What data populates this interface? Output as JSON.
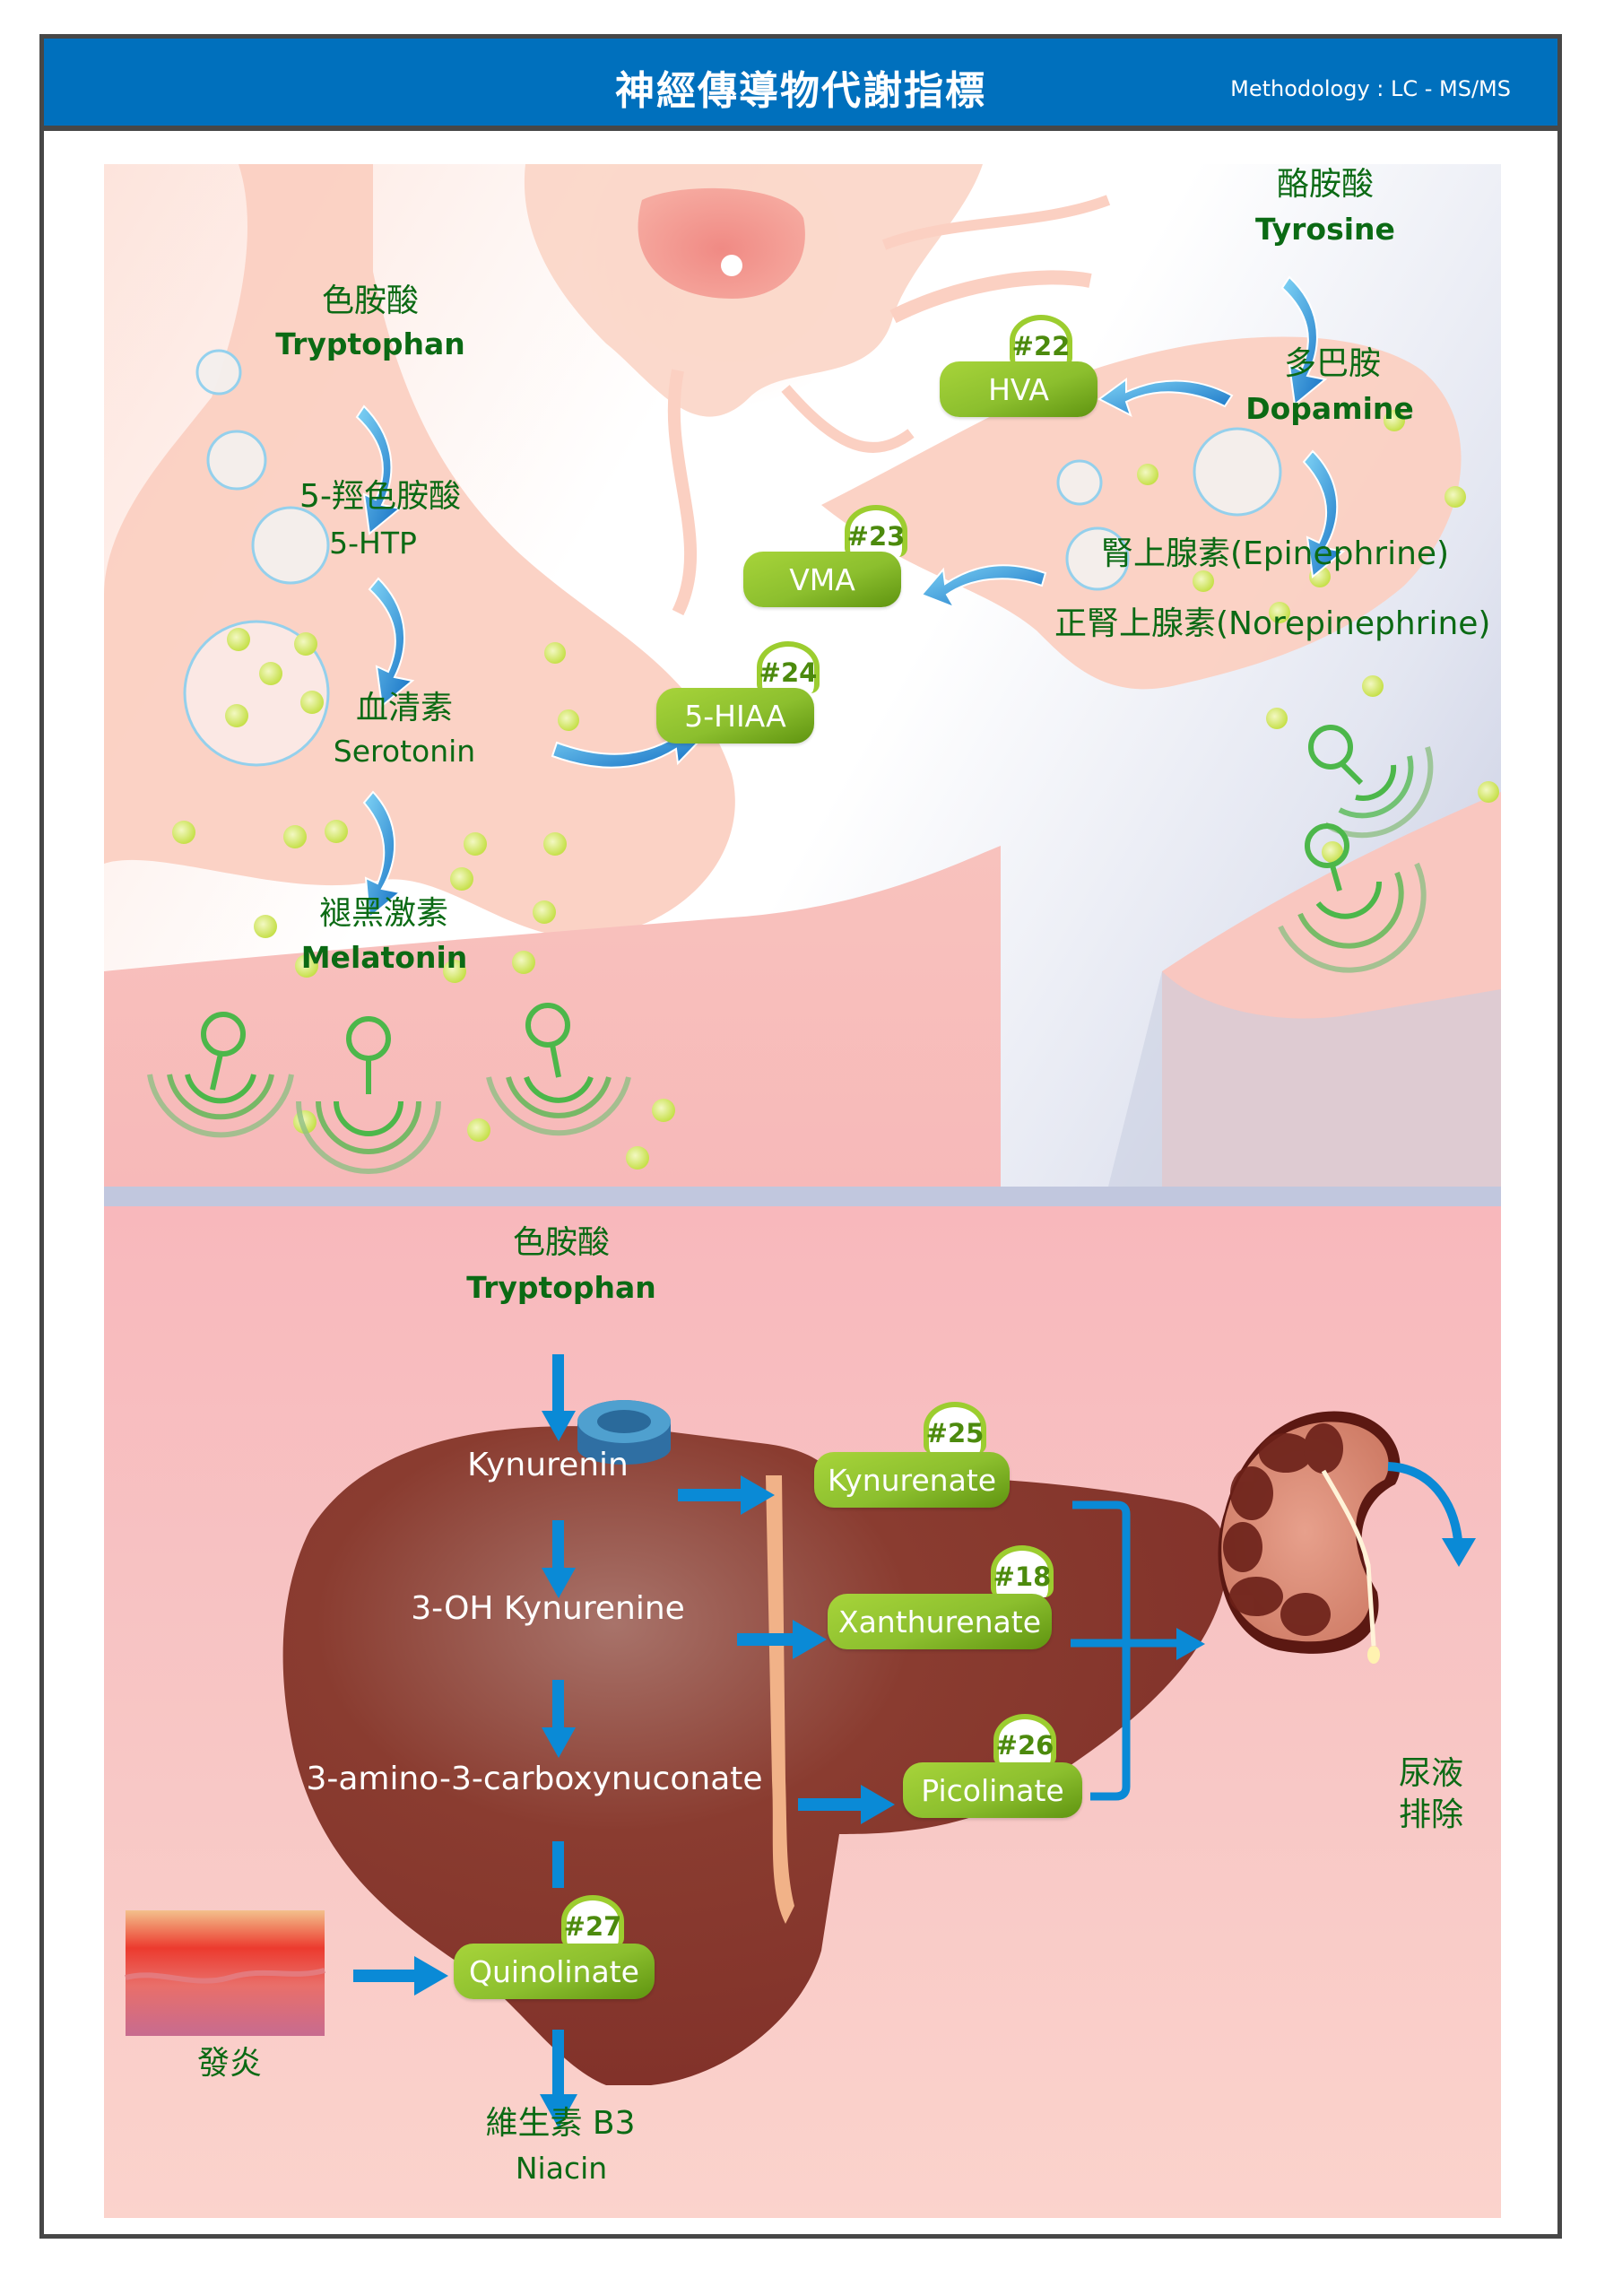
{
  "header": {
    "title": "神經傳導物代謝指標",
    "methodology": "Methodology : LC - MS/MS"
  },
  "neuro_pathway": {
    "serotonin_branch": {
      "tryptophan_cn": "色胺酸",
      "tryptophan_en": "Tryptophan",
      "htp_cn": "5-羥色胺酸",
      "htp_en": "5-HTP",
      "serotonin_cn": "血清素",
      "serotonin_en": "Serotonin",
      "melatonin_cn": "褪黑激素",
      "melatonin_en": "Melatonin"
    },
    "catecholamine_branch": {
      "tyrosine_cn": "酪胺酸",
      "tyrosine_en": "Tyrosine",
      "dopamine_cn": "多巴胺",
      "dopamine_en": "Dopamine",
      "epinephrine": "腎上腺素(Epinephrine)",
      "norepinephrine": "正腎上腺素(Norepinephrine)"
    },
    "markers": [
      {
        "id": "#22",
        "name": "HVA"
      },
      {
        "id": "#23",
        "name": "VMA"
      },
      {
        "id": "#24",
        "name": "5-HIAA"
      }
    ]
  },
  "kynurenine_pathway": {
    "tryptophan_cn": "色胺酸",
    "tryptophan_en": "Tryptophan",
    "steps": [
      "Kynurenin",
      "3-OH Kynurenine",
      "3-amino-3-carboxynuconate"
    ],
    "markers": [
      {
        "id": "#25",
        "name": "Kynurenate"
      },
      {
        "id": "#18",
        "name": "Xanthurenate"
      },
      {
        "id": "#26",
        "name": "Picolinate"
      },
      {
        "id": "#27",
        "name": "Quinolinate"
      }
    ],
    "inflammation_label": "發炎",
    "niacin_cn": "維生素 B3",
    "niacin_en": "Niacin",
    "urine_line1": "尿液",
    "urine_line2": "排除"
  },
  "colors": {
    "header_blue": "#0070bd",
    "label_green": "#0b6a14",
    "pill_green": "#8cbf2e",
    "arrow_blue": "#0a8ad6",
    "liver_brown": "#86352c"
  }
}
